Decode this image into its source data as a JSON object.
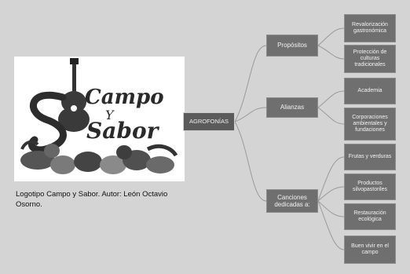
{
  "logo": {
    "text_line1": "Campo",
    "text_line2": "Y",
    "text_line3": "Sabor"
  },
  "caption": "Logotipo Campo y Sabor. Autor: León Octavio Osorno.",
  "mindmap": {
    "root": "AGROFONÍAS",
    "branches": [
      {
        "label": "Propósitos",
        "leaves": [
          "Revalorización gastronómica",
          "Protección de culturas tradicionales"
        ]
      },
      {
        "label": "Alianzas",
        "leaves": [
          "Academia",
          "Corporaciones ambientales y fundaciones"
        ]
      },
      {
        "label": "Canciones dedicadas a:",
        "leaves": [
          "Frutas y verduras",
          "Productos silvopastoriles",
          "Restauración ecológica",
          "Buen vivir en el campo"
        ]
      }
    ]
  },
  "colors": {
    "background": "#d4d4d4",
    "node_fill": "#6f6f6f",
    "connector": "#9a9a9a"
  }
}
